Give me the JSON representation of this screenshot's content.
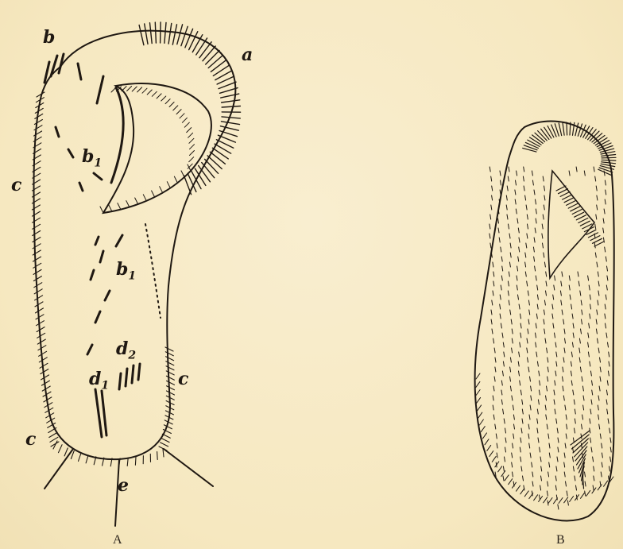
{
  "figure_a": {
    "caption": "A",
    "labels": {
      "a": "a",
      "b": "b",
      "b1_upper": "b",
      "b1_upper_sub": "1",
      "b1_lower": "b",
      "b1_lower_sub": "1",
      "c_left": "c",
      "c_right": "c",
      "c_bottom": "c",
      "d1": "d",
      "d1_sub": "1",
      "d2": "d",
      "d2_sub": "2",
      "e": "e"
    }
  },
  "figure_b": {
    "caption": "B"
  },
  "colors": {
    "paper": "#f7ebc4",
    "ink": "#1f1812"
  }
}
